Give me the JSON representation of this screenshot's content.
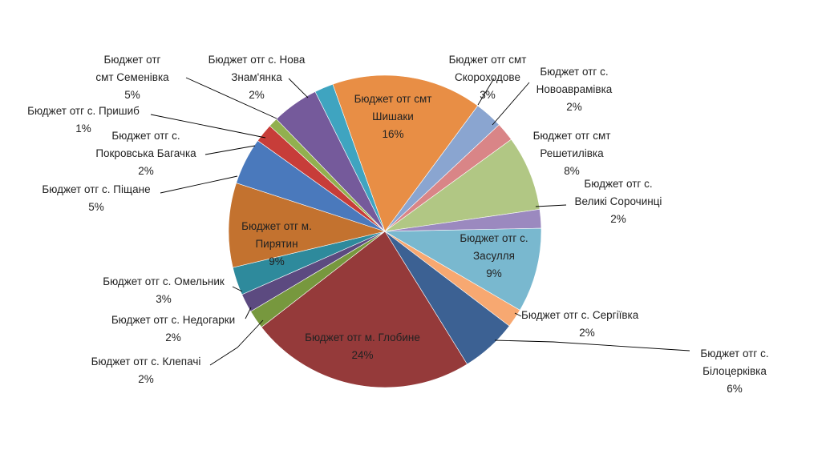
{
  "chart_data": {
    "type": "pie",
    "start_angle_deg": 0,
    "direction": "clockwise",
    "slices": [
      {
        "label_lines": [
          "Бюджет отг смт",
          "Шишаки"
        ],
        "pct_text": "16%",
        "value": 16,
        "color": "#E88E45",
        "label_pos": "inside"
      },
      {
        "label_lines": [
          "Бюджет отг смт",
          "Скороходове"
        ],
        "pct_text": "3%",
        "value": 3,
        "color": "#8AA5D0",
        "label_pos": "outside"
      },
      {
        "label_lines": [
          "Бюджет отг с.",
          "Новоаврамівка"
        ],
        "pct_text": "2%",
        "value": 2,
        "color": "#D98587",
        "label_pos": "outside"
      },
      {
        "label_lines": [
          "Бюджет отг смт",
          "Решетилівка"
        ],
        "pct_text": "8%",
        "value": 8,
        "color": "#B1C784",
        "label_pos": "outside"
      },
      {
        "label_lines": [
          "Бюджет отг с.",
          "Великі Сорочинці"
        ],
        "pct_text": "2%",
        "value": 2,
        "color": "#9B89BF",
        "label_pos": "outside"
      },
      {
        "label_lines": [
          "Бюджет отг с.",
          "Засулля"
        ],
        "pct_text": "9%",
        "value": 9,
        "color": "#79B8CF",
        "label_pos": "inside"
      },
      {
        "label_lines": [
          "Бюджет отг с. Сергіївка"
        ],
        "pct_text": "2%",
        "value": 2,
        "color": "#F7A871",
        "label_pos": "outside"
      },
      {
        "label_lines": [
          "Бюджет отг с.",
          "Білоцерківка"
        ],
        "pct_text": "6%",
        "value": 6,
        "color": "#3C6193",
        "label_pos": "outside"
      },
      {
        "label_lines": [
          "Бюджет отг м. Глобине"
        ],
        "pct_text": "24%",
        "value": 24,
        "color": "#953A3A",
        "label_pos": "inside"
      },
      {
        "label_lines": [
          "Бюджет отг с. Клепачі"
        ],
        "pct_text": "2%",
        "value": 2,
        "color": "#77983E",
        "label_pos": "outside"
      },
      {
        "label_lines": [
          "Бюджет отг с. Недогарки"
        ],
        "pct_text": "2%",
        "value": 2,
        "color": "#5C4A80",
        "label_pos": "outside"
      },
      {
        "label_lines": [
          "Бюджет отг с. Омельник"
        ],
        "pct_text": "3%",
        "value": 3,
        "color": "#2E8A9C",
        "label_pos": "outside"
      },
      {
        "label_lines": [
          "Бюджет отг м.",
          "Пирятин"
        ],
        "pct_text": "9%",
        "value": 9,
        "color": "#C3722F",
        "label_pos": "inside"
      },
      {
        "label_lines": [
          "Бюджет отг с. Піщане"
        ],
        "pct_text": "5%",
        "value": 5,
        "color": "#4A79BC",
        "label_pos": "outside"
      },
      {
        "label_lines": [
          "Бюджет отг с.",
          "Покровська Багачка"
        ],
        "pct_text": "2%",
        "value": 2,
        "color": "#C73D39",
        "label_pos": "outside"
      },
      {
        "label_lines": [
          "Бюджет отг с. Пришиб"
        ],
        "pct_text": "1%",
        "value": 1,
        "color": "#92B04F",
        "label_pos": "outside"
      },
      {
        "label_lines": [
          "Бюджет отг",
          "смт Семенівка"
        ],
        "pct_text": "5%",
        "value": 5,
        "color": "#755A9B",
        "label_pos": "outside"
      },
      {
        "label_lines": [
          "Бюджет отг с. Нова",
          "Знам'янка"
        ],
        "pct_text": "2%",
        "value": 2,
        "color": "#3FA4C0",
        "label_pos": "outside"
      }
    ]
  }
}
